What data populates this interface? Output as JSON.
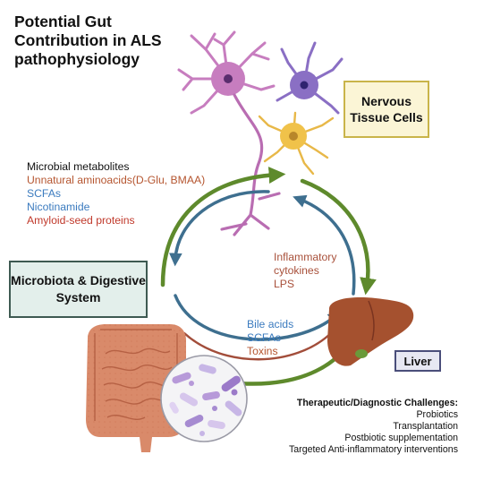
{
  "title": "Potential Gut Contribution in ALS pathophysiology",
  "metabolites": {
    "heading": "Microbial metabolites",
    "items": [
      {
        "label": "Unnatural aminoacids(D-Glu, BMAA)",
        "color": "#b5552f"
      },
      {
        "label": "SCFAs",
        "color": "#3b7bbf"
      },
      {
        "label": "Nicotinamide",
        "color": "#3b7bbf"
      },
      {
        "label": "Amyloid-seed proteins",
        "color": "#c0392b"
      }
    ]
  },
  "nodes": {
    "nervous": "Nervous Tissue Cells",
    "microbiota": "Microbiota & Digestive System",
    "liver": "Liver"
  },
  "liver_to_nerve": [
    "Inflammatory",
    "cytokines",
    "LPS"
  ],
  "gut_liver": [
    {
      "label": "Bile acids",
      "color": "#3b7bbf"
    },
    {
      "label": "SCFAs",
      "color": "#3b7bbf"
    },
    {
      "label": "Toxins",
      "color": "#b5552f"
    }
  ],
  "therapeutic": {
    "heading": "Therapeutic/Diagnostic Challenges:",
    "items": [
      "Probiotics",
      "Transplantation",
      "Postbiotic supplementation",
      "Targeted Anti-inflammatory interventions"
    ]
  },
  "colors": {
    "outer_arrow": "#5e8a2c",
    "inner_arrow_blue": "#3e6f8f",
    "inner_arrow_brown": "#a24d3a",
    "neuron_pink": "#c77dbf",
    "neuron_purple": "#8a6fc4",
    "glia_yellow": "#e8b848",
    "liver": "#a5512f",
    "gut": "#d98a6a"
  }
}
